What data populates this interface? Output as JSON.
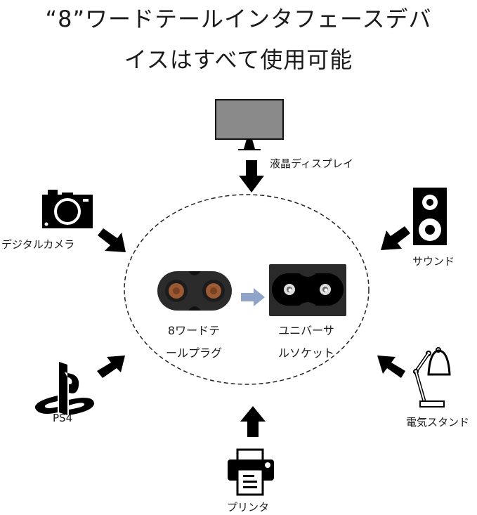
{
  "title": {
    "line1": "“8”ワードテールインタフェースデバ",
    "line2": "イスはすべて使用可能"
  },
  "center": {
    "plug": {
      "icon": "figure-8-plug-icon",
      "label_line1": "8ワードテ",
      "label_line2": "ールプラグ"
    },
    "arrow": {
      "icon": "right-arrow-icon",
      "color": "#8fa4c8"
    },
    "socket": {
      "icon": "c8-socket-icon",
      "label_line1": "ユニバーサ",
      "label_line2": "ルソケット"
    }
  },
  "devices": [
    {
      "id": "display",
      "label": "液晶ディスプレイ",
      "icon": "monitor-icon"
    },
    {
      "id": "camera",
      "label": "デジタルカメラ",
      "icon": "camera-icon"
    },
    {
      "id": "sound",
      "label": "サウンド",
      "icon": "speaker-icon"
    },
    {
      "id": "ps4",
      "label": "PS4",
      "icon": "playstation-icon"
    },
    {
      "id": "lamp",
      "label": "電気スタンド",
      "icon": "desk-lamp-icon"
    },
    {
      "id": "printer",
      "label": "プリンタ",
      "icon": "printer-icon"
    }
  ],
  "colors": {
    "monitor_screen": "#8a8a8a",
    "icon": "#000000",
    "plug_body": "#2b2b2b",
    "copper": "#9b5a34",
    "socket_body": "#2a2a2a"
  }
}
